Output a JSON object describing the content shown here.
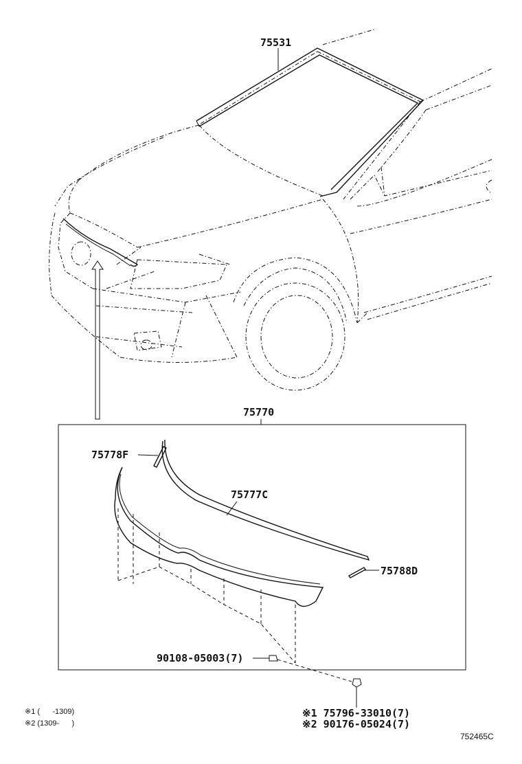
{
  "parts": {
    "windshield_molding": "75531",
    "grille_molding_set": "75770",
    "molding_f": "75778F",
    "molding_c": "75777C",
    "molding_d": "75788D",
    "screw": "90108-05003(7)"
  },
  "variants": {
    "v1_label": "※1 75796-33010(7)",
    "v2_label": "※2 90176-05024(7)"
  },
  "notes": {
    "n1": "※1 (      -1309)",
    "n2": "※2 (1309-      )"
  },
  "diagram_ref": "752465C"
}
